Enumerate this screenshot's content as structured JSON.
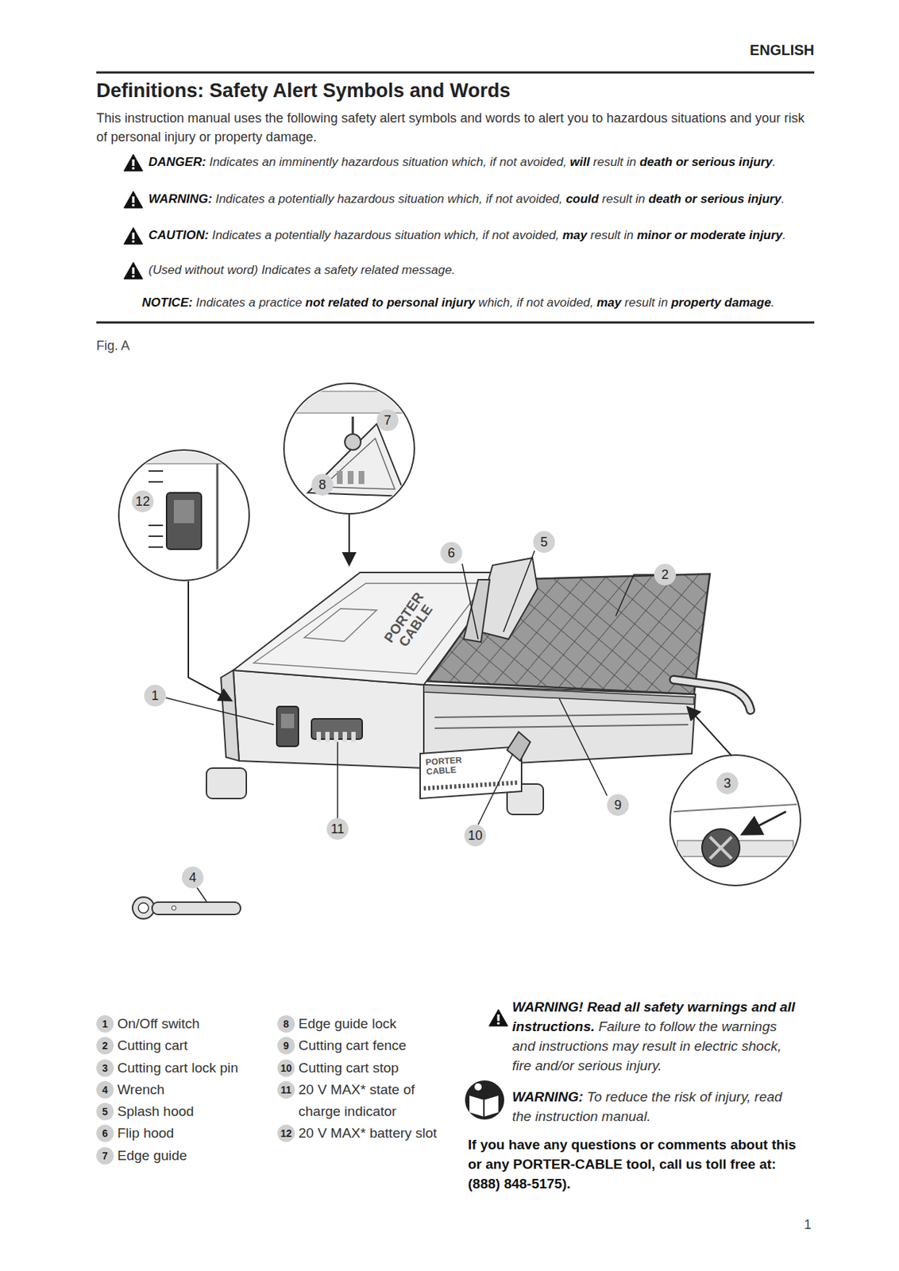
{
  "diagram": {
    "title": "Definitions: Safety Alert Symbols and Words",
    "labels": [
      "ENGLISH",
      "This instruction manual uses the following safety alert symbols and words to alert you to hazardous situations and your risk of personal injury or property damage.",
      "DANGER:",
      "Indicates an imminently hazardous situation which, if not avoided,",
      "will",
      "result in",
      "death or serious injury",
      ".",
      "WARNING:",
      "Indicates a potentially hazardous situation which, if not avoided,",
      "could",
      "result in",
      "death or serious injury",
      ".",
      "CAUTION:",
      "Indicates a potentially hazardous situation which, if not avoided,",
      "may",
      "result in",
      "minor or moderate injury",
      ".",
      "(Used without word) Indicates a safety related message.",
      "NOTICE:",
      "Indicates a practice",
      "not related to personal injury",
      "which, if not avoided,",
      "may",
      "result in",
      "property damage",
      ".",
      "Fig. A",
      "7",
      "8",
      "12",
      "6",
      "5",
      "2",
      "1",
      "3",
      "9",
      "11",
      "10",
      "4",
      "1",
      "On/Off switch",
      "2",
      "Cutting cart",
      "3",
      "Cutting cart lock pin",
      "4",
      "Wrench",
      "5",
      "Splash hood",
      "6",
      "Flip hood",
      "7",
      "Edge guide",
      "8",
      "Edge guide lock",
      "9",
      "Cutting cart fence",
      "10",
      "Cutting cart stop",
      "11",
      "20 V MAX* state of charge indicator",
      "12",
      "20 V MAX* battery slot",
      "WARNING! Read all safety warnings and all instructions.",
      "Failure to follow the warnings and instructions may result in electric shock, fire and/or serious injury.",
      "WARNING:",
      "To reduce the risk of injury, read the instruction manual.",
      "If you have any questions or comments about this or any PORTER-CABLE tool, call us toll free at: (888) 848-5175).",
      "1",
      "PORTER CABLE",
      "PORTER CABLE"
    ]
  }
}
